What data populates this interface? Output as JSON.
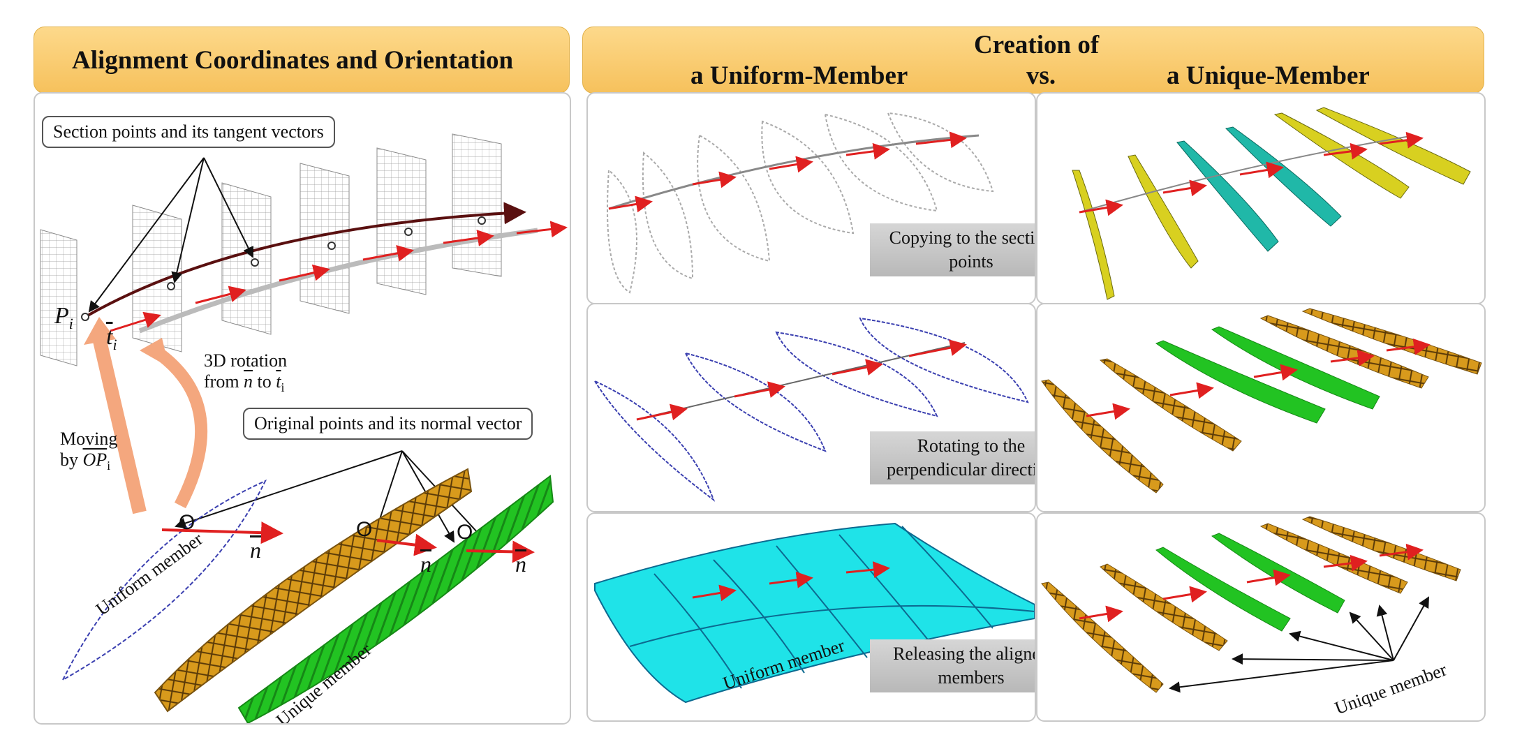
{
  "left_header": {
    "title": "Alignment Coordinates and Orientation"
  },
  "right_header": {
    "line1": "Creation of",
    "uniform": "a Uniform-Member",
    "vs": "vs.",
    "unique": "a Unique-Member"
  },
  "left_panel": {
    "section_callout": "Section points and its tangent vectors",
    "original_callout": "Original points and its normal vector",
    "point_label": "P",
    "point_sub": "i",
    "tangent_label": "t",
    "tangent_sub": "i",
    "rotation_line1": "3D rotation",
    "rotation_line2_a": "from",
    "rotation_n": "n",
    "rotation_to": "to",
    "rotation_t": "t",
    "rotation_t_sub": "i",
    "moving_line1": "Moving",
    "moving_by": "by",
    "moving_vec": "OP",
    "moving_sub": "i",
    "origin": "O",
    "normal": "n",
    "uniform_member": "Uniform member",
    "unique_member": "Unique member"
  },
  "steps": [
    {
      "caption_line1": "Copying to the section",
      "caption_line2": "points"
    },
    {
      "caption_line1": "Rotating to the",
      "caption_line2": "perpendicular  direction"
    },
    {
      "caption_line1": "Releasing  the aligned",
      "caption_line2": "members"
    }
  ],
  "bottom_labels": {
    "uniform_member": "Uniform member",
    "unique_member": "Unique member"
  },
  "colors": {
    "header": "#f6c15c",
    "arrow_red": "#e02020",
    "uniform_outline": "#3a3fb0",
    "truss_orange": "#d89a1c",
    "green_member": "#22c322",
    "teal_member": "#20b8a8",
    "yellow_truss": "#d8d020",
    "uniform_surface": "#1fe3e8",
    "salmon_arrow": "#f4a77e"
  }
}
